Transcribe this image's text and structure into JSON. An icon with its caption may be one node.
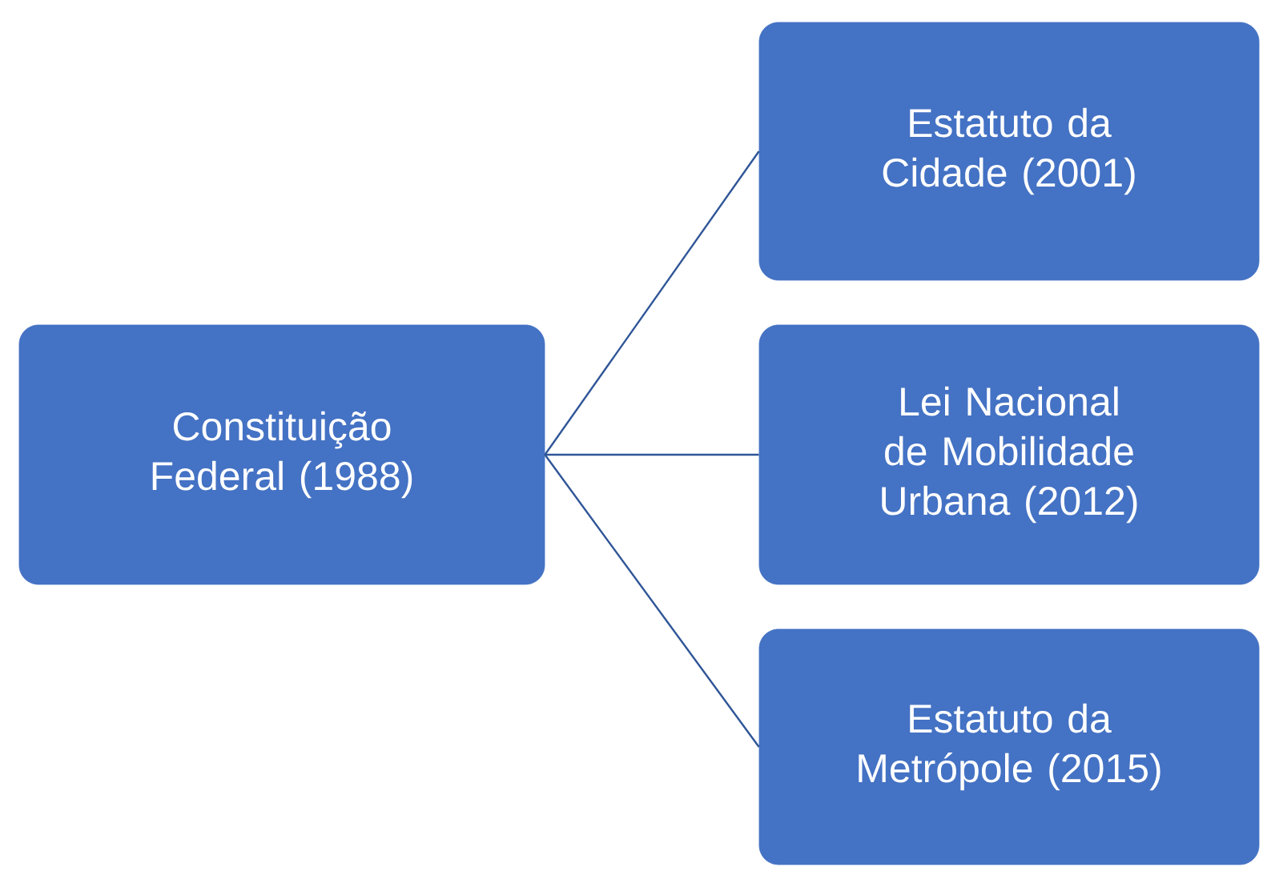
{
  "diagram": {
    "nodes": [
      {
        "text": [
          "Constituição Federal (1988)"
        ]
      },
      {
        "text": [
          "Estatuto da Cidade (2001)"
        ]
      },
      {
        "text": [
          "Lei Nacional de Mobilidade Urbana (2012)"
        ]
      },
      {
        "text": [
          "Estatuto da Metrópole (2015)"
        ]
      }
    ],
    "edges": [
      {
        "from": 0,
        "to": 1,
        "arrow": "none"
      },
      {
        "from": 0,
        "to": 2,
        "arrow": "none"
      },
      {
        "from": 0,
        "to": 3,
        "arrow": "none"
      }
    ]
  }
}
